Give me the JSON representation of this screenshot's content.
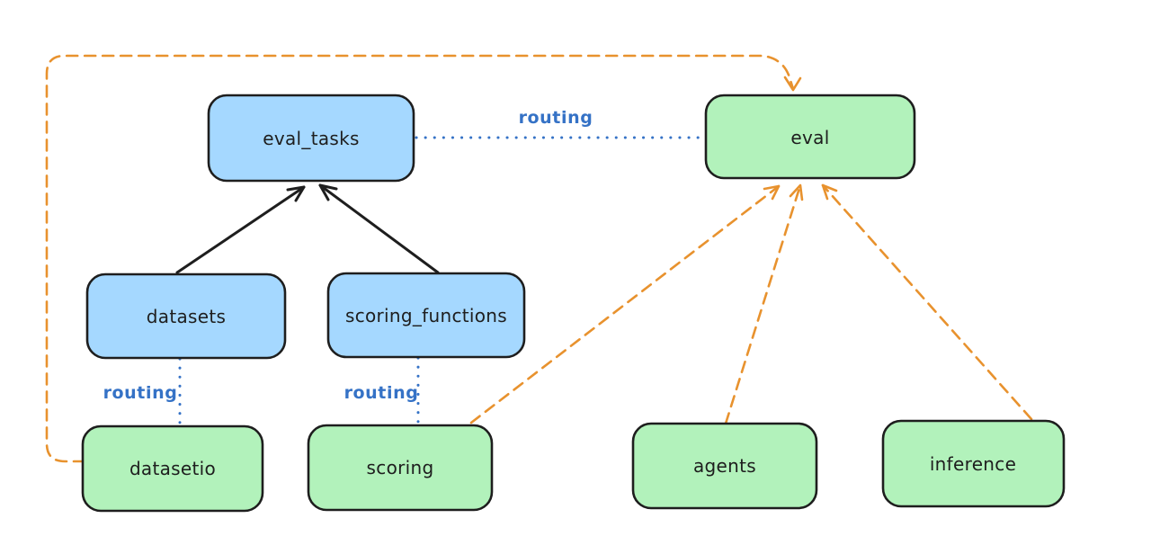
{
  "diagram": {
    "type": "flow-diagram",
    "background": "#ffffff",
    "colors": {
      "blue_node_fill": "#a5d8ff",
      "green_node_fill": "#b2f2bb",
      "node_stroke": "#1e1e1e",
      "solid_arrow": "#1e1e1e",
      "dashed_arrow_orange": "#e8922e",
      "routing_blue": "#3572c6"
    },
    "nodes": {
      "eval_tasks": {
        "label": "eval_tasks",
        "fill": "#a5d8ff"
      },
      "eval": {
        "label": "eval",
        "fill": "#b2f2bb"
      },
      "datasets": {
        "label": "datasets",
        "fill": "#a5d8ff"
      },
      "scoring_functions": {
        "label": "scoring_functions",
        "fill": "#a5d8ff"
      },
      "datasetio": {
        "label": "datasetio",
        "fill": "#b2f2bb"
      },
      "scoring": {
        "label": "scoring",
        "fill": "#b2f2bb"
      },
      "agents": {
        "label": "agents",
        "fill": "#b2f2bb"
      },
      "inference": {
        "label": "inference",
        "fill": "#b2f2bb"
      }
    },
    "edge_labels": {
      "eval_tasks_to_eval": "routing",
      "datasets_to_datasetio": "routing",
      "scoring_functions_to_scoring": "routing"
    },
    "edges": [
      {
        "from": "datasets",
        "to": "eval_tasks",
        "style": "solid",
        "color": "#1e1e1e",
        "arrow": true
      },
      {
        "from": "scoring_functions",
        "to": "eval_tasks",
        "style": "solid",
        "color": "#1e1e1e",
        "arrow": true
      },
      {
        "from": "eval_tasks",
        "to": "eval",
        "style": "dotted",
        "color": "#3572c6",
        "arrow": false,
        "label": "routing"
      },
      {
        "from": "datasets",
        "to": "datasetio",
        "style": "dotted",
        "color": "#3572c6",
        "arrow": false,
        "label": "routing"
      },
      {
        "from": "scoring_functions",
        "to": "scoring",
        "style": "dotted",
        "color": "#3572c6",
        "arrow": false,
        "label": "routing"
      },
      {
        "from": "datasetio",
        "to": "eval",
        "style": "dashed",
        "color": "#e8922e",
        "arrow": true
      },
      {
        "from": "scoring",
        "to": "eval",
        "style": "dashed",
        "color": "#e8922e",
        "arrow": true
      },
      {
        "from": "agents",
        "to": "eval",
        "style": "dashed",
        "color": "#e8922e",
        "arrow": true
      },
      {
        "from": "inference",
        "to": "eval",
        "style": "dashed",
        "color": "#e8922e",
        "arrow": true
      }
    ]
  }
}
